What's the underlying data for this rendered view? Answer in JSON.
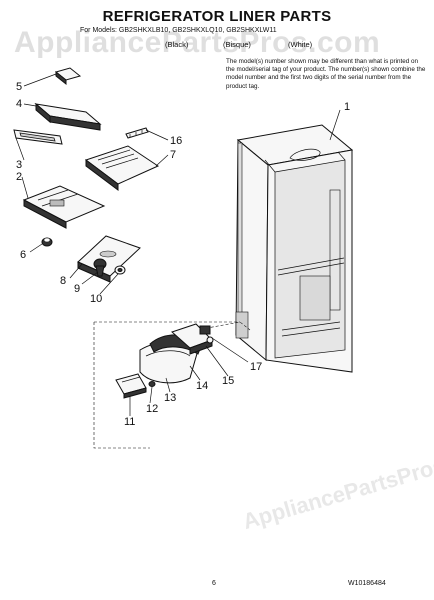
{
  "header": {
    "title": "REFRIGERATOR LINER PARTS",
    "models_line": "For Models: GB2SHKXLB10, GB2SHKXLQ10, GB2SHKXLW11",
    "color_black": "(Black)",
    "color_bisque": "(Bisque)",
    "color_white": "(White)"
  },
  "note": "The model(s) number shown may be different than what is printed on the model/serial tag of your product. The number(s) shown combine the model number and the first two digits of the serial number from the product tag.",
  "watermarks": {
    "top": "AppliancePartsPros.com",
    "bottom": "AppliancePartsPros.com"
  },
  "callouts": [
    "1",
    "2",
    "3",
    "4",
    "5",
    "6",
    "7",
    "8",
    "9",
    "10",
    "11",
    "12",
    "13",
    "14",
    "15",
    "16",
    "17"
  ],
  "footer": {
    "page_number": "6",
    "document_number": "W10186484"
  }
}
